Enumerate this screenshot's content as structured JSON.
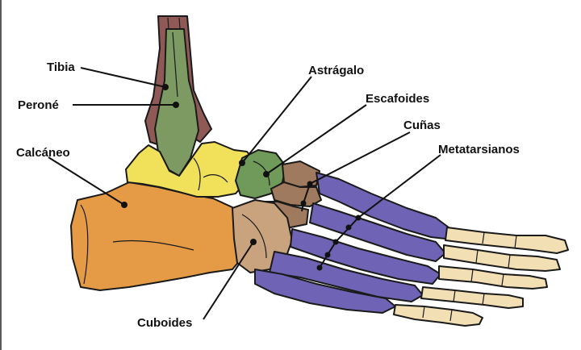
{
  "labels": {
    "tibia": "Tibia",
    "perone": "Peroné",
    "calcaneo": "Calcáneo",
    "astragalo": "Astrágalo",
    "escafoides": "Escafoides",
    "cunas": "Cuñas",
    "metatarsianos": "Metatarsianos",
    "cuboides": "Cuboides"
  },
  "colors": {
    "tibia": "#8f5a55",
    "perone": "#7c9a62",
    "astragalo": "#f0e05a",
    "calcaneo": "#e59a45",
    "escafoides": "#6f9a5a",
    "cunas": "#a07a5e",
    "cuboides": "#c9a27e",
    "metatarsianos": "#6e63b4",
    "falanges": "#f3dfb4"
  }
}
